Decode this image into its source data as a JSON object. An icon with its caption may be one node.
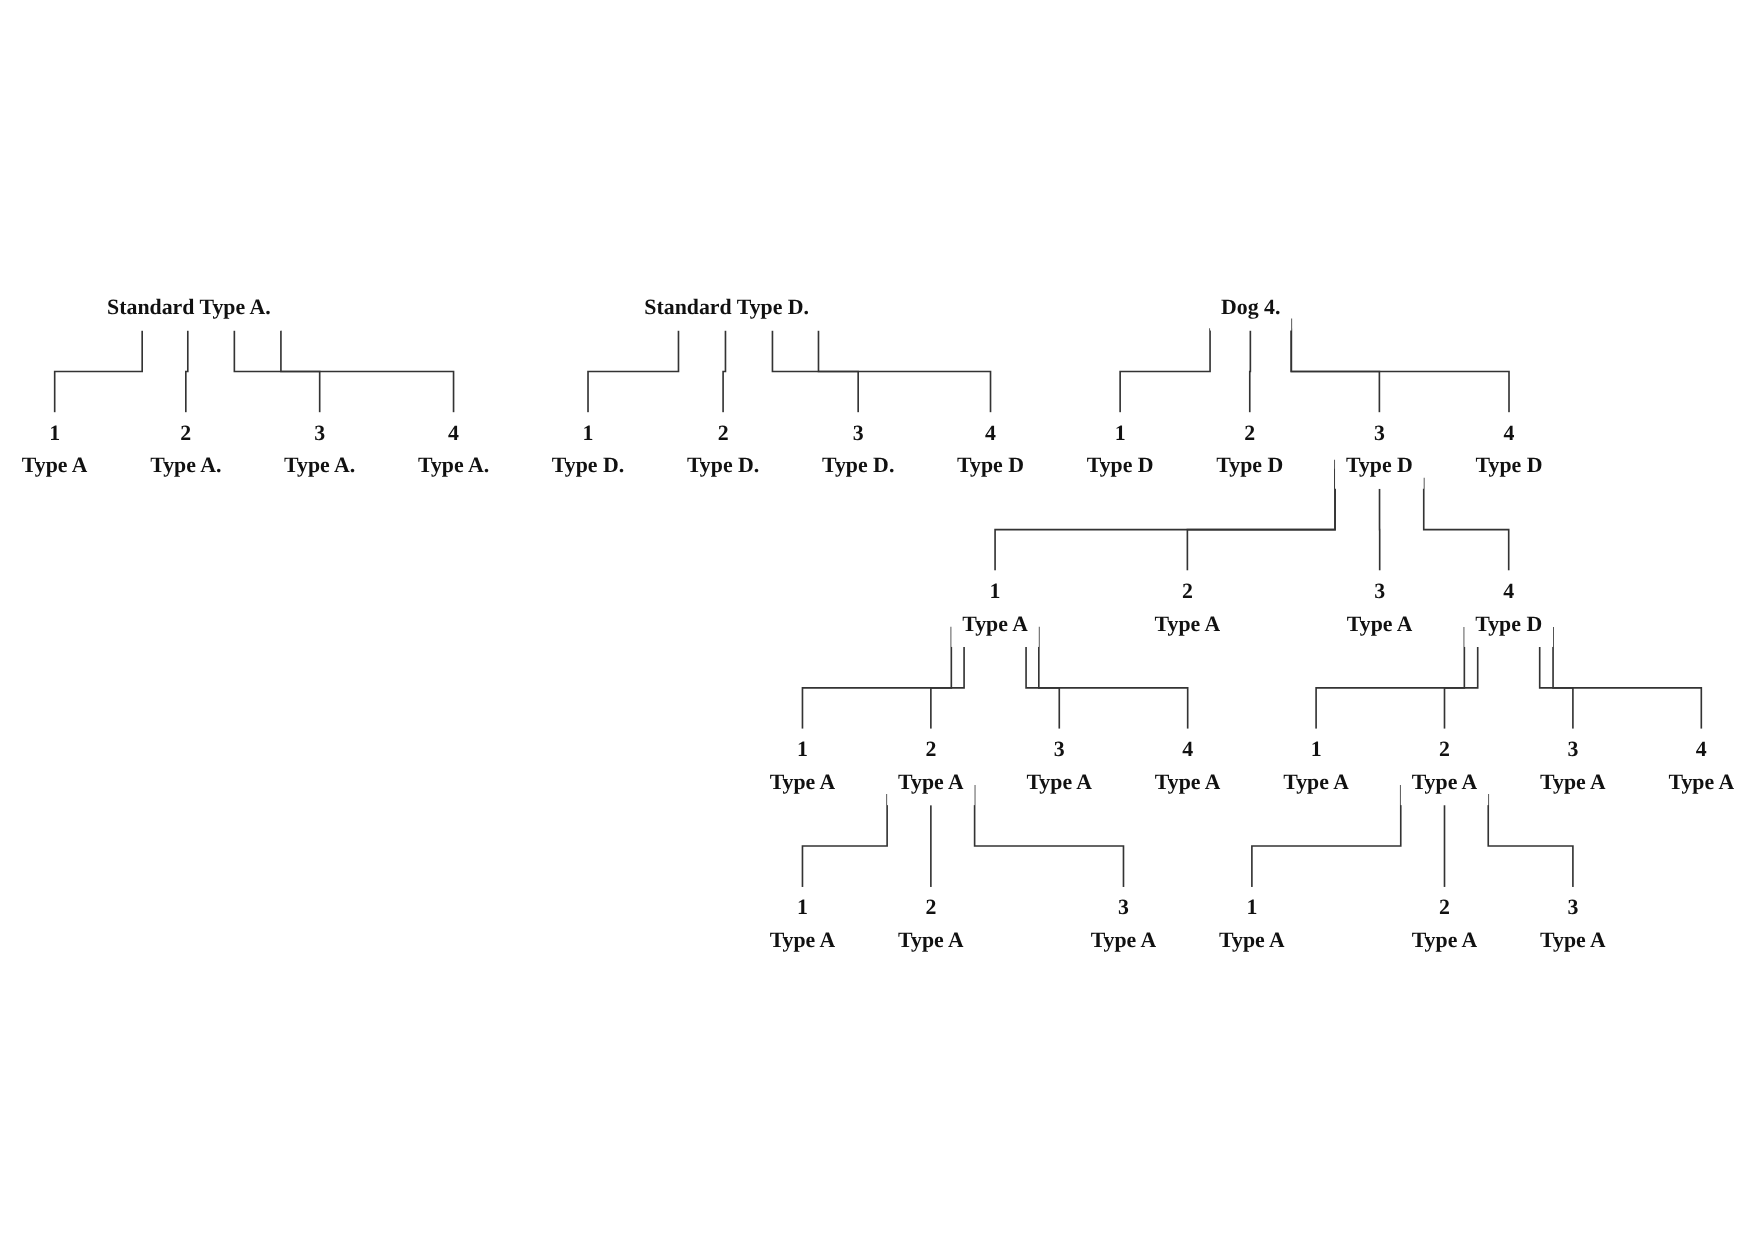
{
  "diagram": {
    "nodes": [
      {
        "text": [
          "Standard Type A."
        ]
      },
      {
        "text": [
          "1",
          "Type A"
        ]
      },
      {
        "text": [
          "2",
          "Type A."
        ]
      },
      {
        "text": [
          "3",
          "Type A."
        ]
      },
      {
        "text": [
          "4",
          "Type A."
        ]
      },
      {
        "text": [
          "Standard Type D."
        ]
      },
      {
        "text": [
          "1",
          "Type D."
        ]
      },
      {
        "text": [
          "2",
          "Type D."
        ]
      },
      {
        "text": [
          "3",
          "Type D."
        ]
      },
      {
        "text": [
          "4",
          "Type D"
        ]
      },
      {
        "text": [
          "Dog 4."
        ]
      },
      {
        "text": [
          "1",
          "Type D"
        ]
      },
      {
        "text": [
          "2",
          "Type D"
        ]
      },
      {
        "text": [
          "3",
          "Type D"
        ]
      },
      {
        "text": [
          "4",
          "Type D"
        ]
      },
      {
        "text": [
          "1",
          "Type A"
        ]
      },
      {
        "text": [
          "2",
          "Type A"
        ]
      },
      {
        "text": [
          "3",
          "Type A"
        ]
      },
      {
        "text": [
          "4",
          "Type D"
        ]
      },
      {
        "text": [
          "1",
          "Type A"
        ]
      },
      {
        "text": [
          "2",
          "Type A"
        ]
      },
      {
        "text": [
          "3",
          "Type A"
        ]
      },
      {
        "text": [
          "4",
          "Type A"
        ]
      },
      {
        "text": [
          "1",
          "Type A"
        ]
      },
      {
        "text": [
          "2",
          "Type A"
        ]
      },
      {
        "text": [
          "3",
          "Type A"
        ]
      },
      {
        "text": [
          "4",
          "Type A"
        ]
      },
      {
        "text": [
          "1",
          "Type A"
        ]
      },
      {
        "text": [
          "2",
          "Type A"
        ]
      },
      {
        "text": [
          "3",
          "Type A"
        ]
      },
      {
        "text": [
          "1",
          "Type A"
        ]
      },
      {
        "text": [
          "2",
          "Type A"
        ]
      },
      {
        "text": [
          "3",
          "Type A"
        ]
      }
    ],
    "edges": [
      {
        "from": 0,
        "to": 1,
        "arrow": "none"
      },
      {
        "from": 0,
        "to": 2,
        "arrow": "none"
      },
      {
        "from": 0,
        "to": 3,
        "arrow": "none"
      },
      {
        "from": 0,
        "to": 4,
        "arrow": "none"
      },
      {
        "from": 5,
        "to": 6,
        "arrow": "none"
      },
      {
        "from": 5,
        "to": 7,
        "arrow": "none"
      },
      {
        "from": 5,
        "to": 8,
        "arrow": "none"
      },
      {
        "from": 5,
        "to": 9,
        "arrow": "none"
      },
      {
        "from": 10,
        "to": 11,
        "arrow": "none"
      },
      {
        "from": 10,
        "to": 12,
        "arrow": "none"
      },
      {
        "from": 10,
        "to": 13,
        "arrow": "none"
      },
      {
        "from": 10,
        "to": 14,
        "arrow": "none"
      },
      {
        "from": 13,
        "to": 15,
        "arrow": "none"
      },
      {
        "from": 13,
        "to": 16,
        "arrow": "none"
      },
      {
        "from": 13,
        "to": 17,
        "arrow": "none"
      },
      {
        "from": 13,
        "to": 18,
        "arrow": "none"
      },
      {
        "from": 15,
        "to": 19,
        "arrow": "none"
      },
      {
        "from": 15,
        "to": 20,
        "arrow": "none"
      },
      {
        "from": 15,
        "to": 21,
        "arrow": "none"
      },
      {
        "from": 15,
        "to": 22,
        "arrow": "none"
      },
      {
        "from": 18,
        "to": 23,
        "arrow": "none"
      },
      {
        "from": 18,
        "to": 24,
        "arrow": "none"
      },
      {
        "from": 18,
        "to": 25,
        "arrow": "none"
      },
      {
        "from": 18,
        "to": 26,
        "arrow": "none"
      },
      {
        "from": 20,
        "to": 27,
        "arrow": "none"
      },
      {
        "from": 20,
        "to": 28,
        "arrow": "none"
      },
      {
        "from": 20,
        "to": 29,
        "arrow": "none"
      },
      {
        "from": 24,
        "to": 30,
        "arrow": "none"
      },
      {
        "from": 24,
        "to": 31,
        "arrow": "none"
      },
      {
        "from": 24,
        "to": 32,
        "arrow": "none"
      }
    ]
  }
}
